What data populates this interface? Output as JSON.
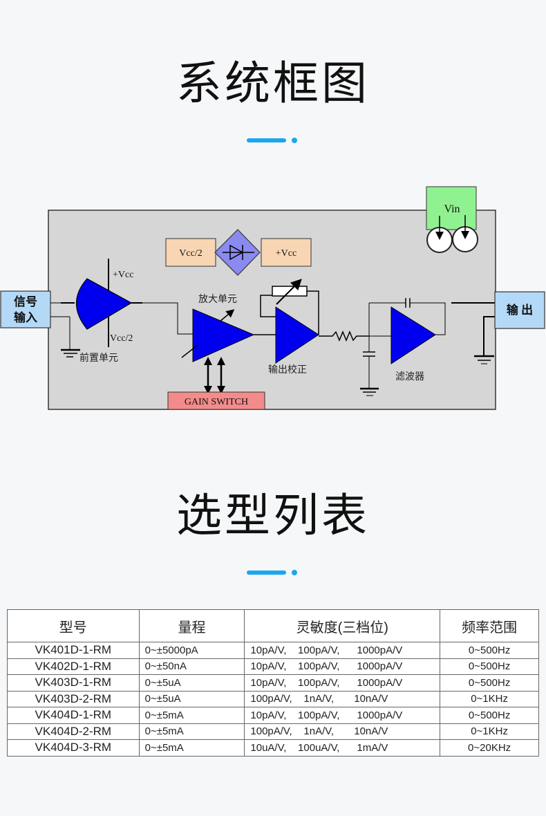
{
  "sections": {
    "block_diagram_title": "系统框图",
    "selection_table_title": "选型列表"
  },
  "diagram": {
    "input_label_line1": "信号",
    "input_label_line2": "输入",
    "output_label": "输 出",
    "preamp_label": "前置单元",
    "preamp_vcc_plus": "+Vcc",
    "preamp_vcc_half": "Vcc/2",
    "amp_label": "放大单元",
    "correction_label": "输出校正",
    "filter_label": "滤波器",
    "vcc_half_box": "Vcc/2",
    "vcc_plus_box": "+Vcc",
    "vin_box": "Vin",
    "gain_switch": "GAIN SWITCH",
    "colors": {
      "amp_fill": "#0000ee",
      "io_box": "#b3d9f7",
      "vcc_box": "#f8d6b3",
      "vin_box": "#90f190",
      "gain_switch": "#f48b8b",
      "diode_fill": "#8a8af0",
      "panel": "#d6d6d6"
    }
  },
  "table": {
    "headers": [
      "型号",
      "量程",
      "灵敏度(三档位)",
      "频率范围"
    ],
    "rows": [
      [
        "VK401D-1-RM",
        "0~±5000pA",
        "10pA/V,    100pA/V,      1000pA/V",
        "0~500Hz"
      ],
      [
        "VK402D-1-RM",
        "0~±50nA",
        "10pA/V,    100pA/V,      1000pA/V",
        "0~500Hz"
      ],
      [
        "VK403D-1-RM",
        "0~±5uA",
        "10pA/V,    100pA/V,      1000pA/V",
        "0~500Hz"
      ],
      [
        "VK403D-2-RM",
        "0~±5uA",
        "100pA/V,    1nA/V,       10nA/V",
        "0~1KHz"
      ],
      [
        "VK404D-1-RM",
        "0~±5mA",
        "10pA/V,    100pA/V,      1000pA/V",
        "0~500Hz"
      ],
      [
        "VK404D-2-RM",
        "0~±5mA",
        "100pA/V,    1nA/V,       10nA/V",
        "0~1KHz"
      ],
      [
        "VK404D-3-RM",
        "0~±5mA",
        "10uA/V,    100uA/V,      1mA/V",
        "0~20KHz"
      ]
    ]
  }
}
